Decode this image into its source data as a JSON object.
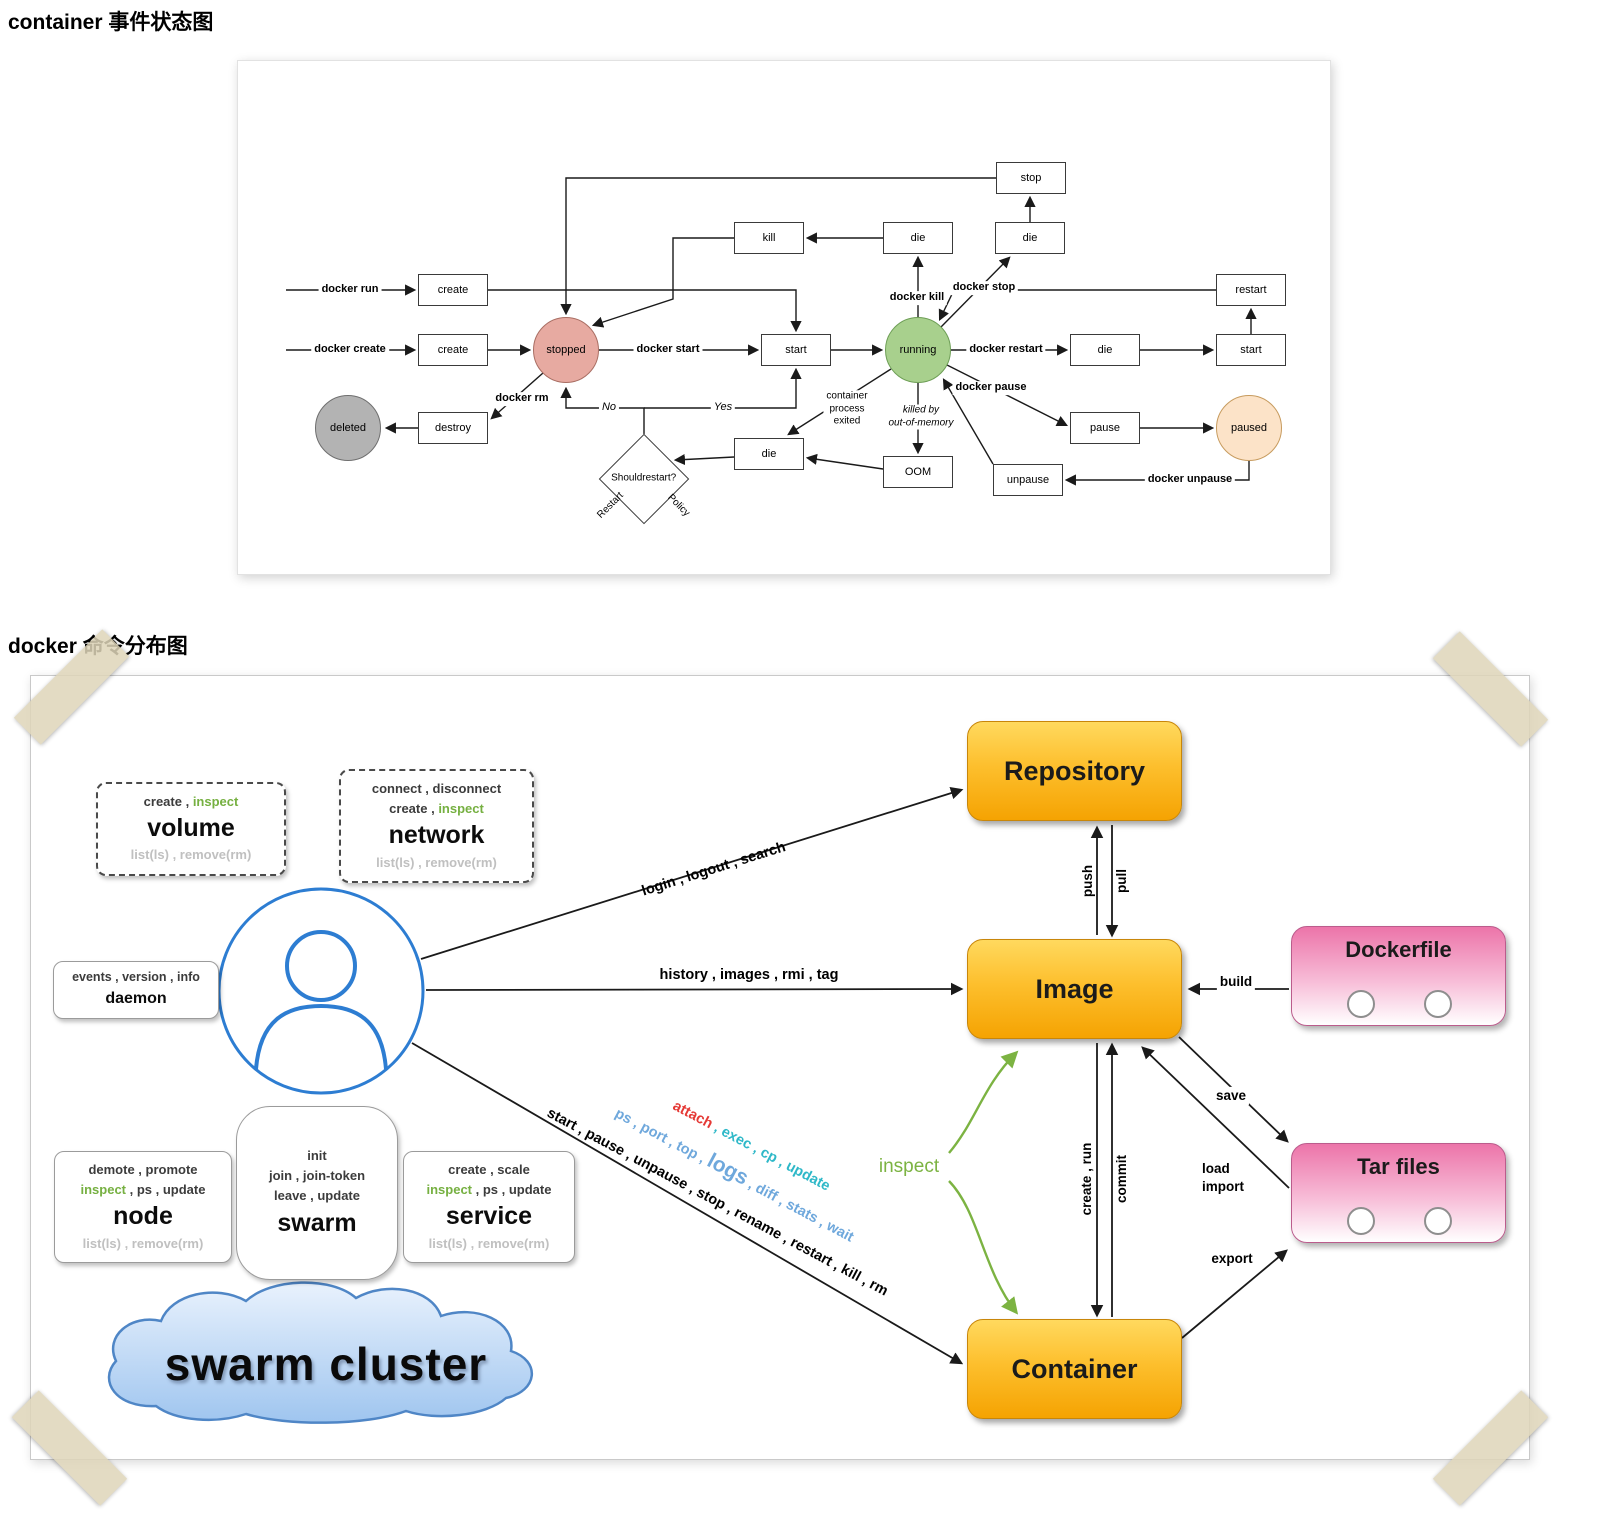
{
  "page": {
    "heading_state": "container 事件状态图",
    "heading_commands": "docker 命令分布图"
  },
  "state_diagram": {
    "states": {
      "stopped": "stopped",
      "running": "running",
      "deleted": "deleted",
      "paused": "paused"
    },
    "boxes": {
      "stop": "stop",
      "kill": "kill",
      "die1": "die",
      "die2": "die",
      "create1": "create",
      "restart": "restart",
      "create2": "create",
      "start1": "start",
      "die3": "die",
      "start2": "start",
      "destroy": "destroy",
      "pause": "pause",
      "die4": "die",
      "oom": "OOM",
      "unpause": "unpause"
    },
    "decision": {
      "line1": "Should",
      "line2": "restart?"
    },
    "edge_labels": {
      "docker_run": "docker run",
      "docker_create": "docker create",
      "docker_start": "docker start",
      "docker_kill": "docker kill",
      "docker_stop": "docker stop",
      "docker_restart": "docker restart",
      "docker_pause": "docker pause",
      "docker_unpause": "docker unpause",
      "docker_rm": "docker rm",
      "no": "No",
      "yes": "Yes",
      "pe1": "container",
      "pe2": "process",
      "pe3": "exited",
      "oom1": "killed by",
      "oom2": "out-of-memory",
      "restart_word": "Restart",
      "policy_word": "Policy"
    }
  },
  "command_diagram": {
    "volume": {
      "line1a": "create , ",
      "line1b": "inspect",
      "name": "volume",
      "line3": "list(ls) , remove(rm)"
    },
    "network": {
      "line1": "connect , disconnect",
      "line2a": "create , ",
      "line2b": "inspect",
      "name": "network",
      "line4": "list(ls) , remove(rm)"
    },
    "daemon": {
      "line1": "events , version , info",
      "name": "daemon"
    },
    "node": {
      "line1": "demote , promote",
      "line2a": "inspect",
      "line2b": " , ps , update",
      "name": "node",
      "line4": "list(ls) , remove(rm)"
    },
    "swarm": {
      "line1": "init",
      "line2": "join , join-token",
      "line3": "leave , update",
      "name": "swarm"
    },
    "service": {
      "line1": "create , scale",
      "line2a": "inspect",
      "line2b": " , ps , update",
      "name": "service",
      "line4": "list(ls) , remove(rm)"
    },
    "cloud": "swarm cluster",
    "entities": {
      "repository": "Repository",
      "image": "Image",
      "container": "Container",
      "dockerfile": "Dockerfile",
      "tarfiles": "Tar files"
    },
    "edges": {
      "repo_cmds": "login , logout , search",
      "image_cmds": "history , images , rmi , tag",
      "container_cmds_black": "start , pause , unpause , stop , rename , restart , kill , rm",
      "container_cmds_blue_a": "ps , port , top , ",
      "container_cmds_blue_logs": "logs",
      "container_cmds_blue_b": " , diff , stats , wait",
      "container_cmds_red": "attach",
      "container_cmds_teal": " , exec , cp , update",
      "push": "push",
      "pull": "pull",
      "create_run": "create , run",
      "commit": "commit",
      "build": "build",
      "save": "save",
      "load": "load",
      "import": "import",
      "export": "export",
      "inspect": "inspect"
    },
    "colors": {
      "green": "#76b041",
      "blue": "#6fa8dc",
      "red": "#e53935",
      "teal": "#2eb8c8",
      "orange_top": "#ffd95e",
      "orange_bottom": "#f5a302",
      "pink": "#ec74a9",
      "state_stopped": "#e7aaa1",
      "state_running": "#a8d08d",
      "state_deleted": "#b3b3b3",
      "state_paused": "#fce3c8"
    }
  }
}
